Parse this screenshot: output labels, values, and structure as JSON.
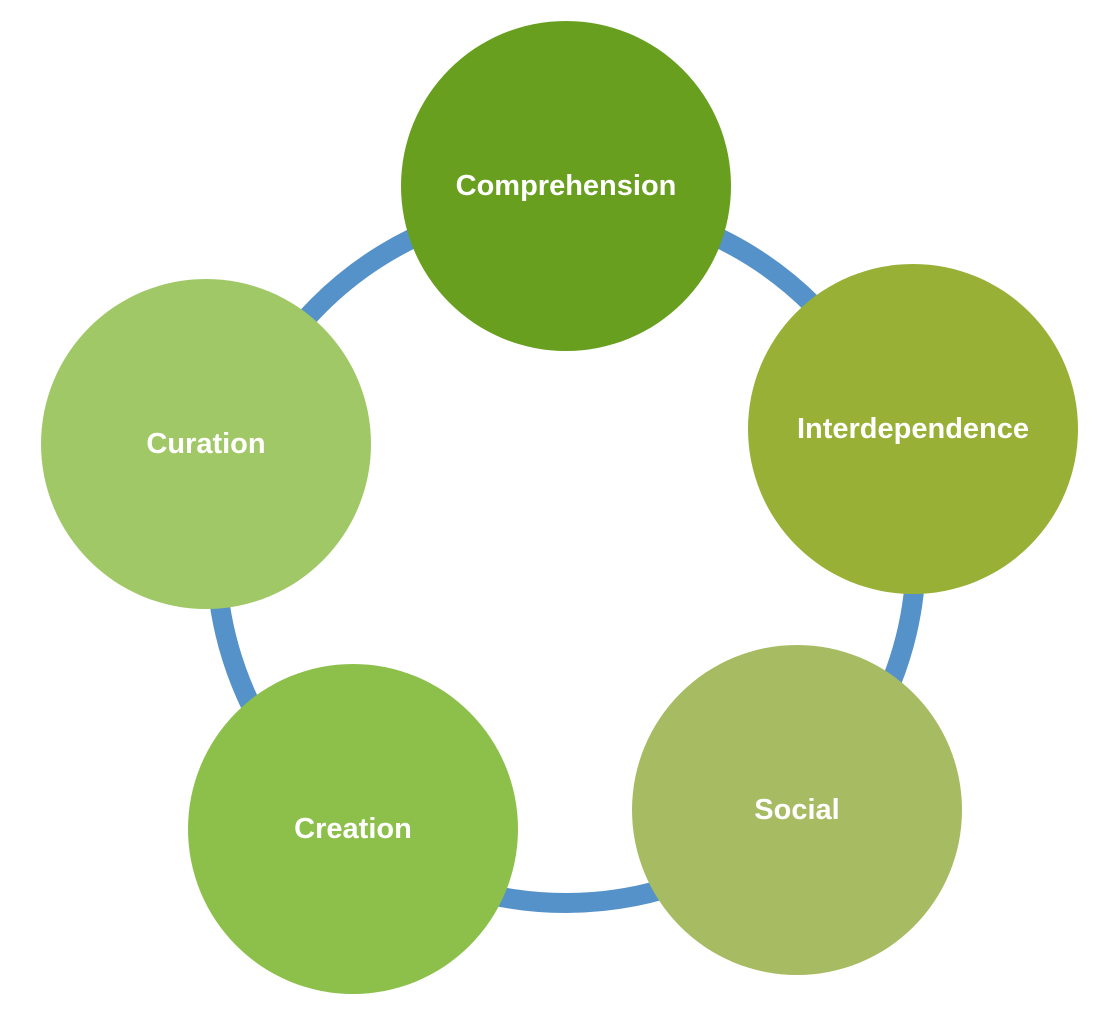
{
  "diagram": {
    "type": "cycle",
    "ring_color": "#5592c9",
    "nodes": [
      {
        "label": "Comprehension",
        "color": "#689f1f"
      },
      {
        "label": "Interdependence",
        "color": "#98b036"
      },
      {
        "label": "Social",
        "color": "#a7bb63"
      },
      {
        "label": "Creation",
        "color": "#8cc04b"
      },
      {
        "label": "Curation",
        "color": "#a0c867"
      }
    ]
  }
}
